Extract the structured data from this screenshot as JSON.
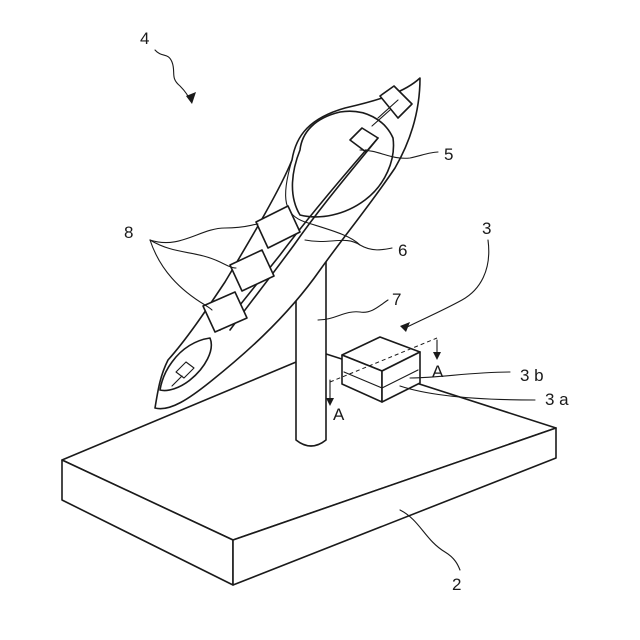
{
  "figure": {
    "labels": {
      "l4": "4",
      "l5": "5",
      "l6": "6",
      "l7": "7",
      "l8": "8",
      "l3": "3",
      "l3b": "3 b",
      "l3a": "3 a",
      "l2": "2",
      "lA_left": "A",
      "lA_right": "A"
    }
  }
}
